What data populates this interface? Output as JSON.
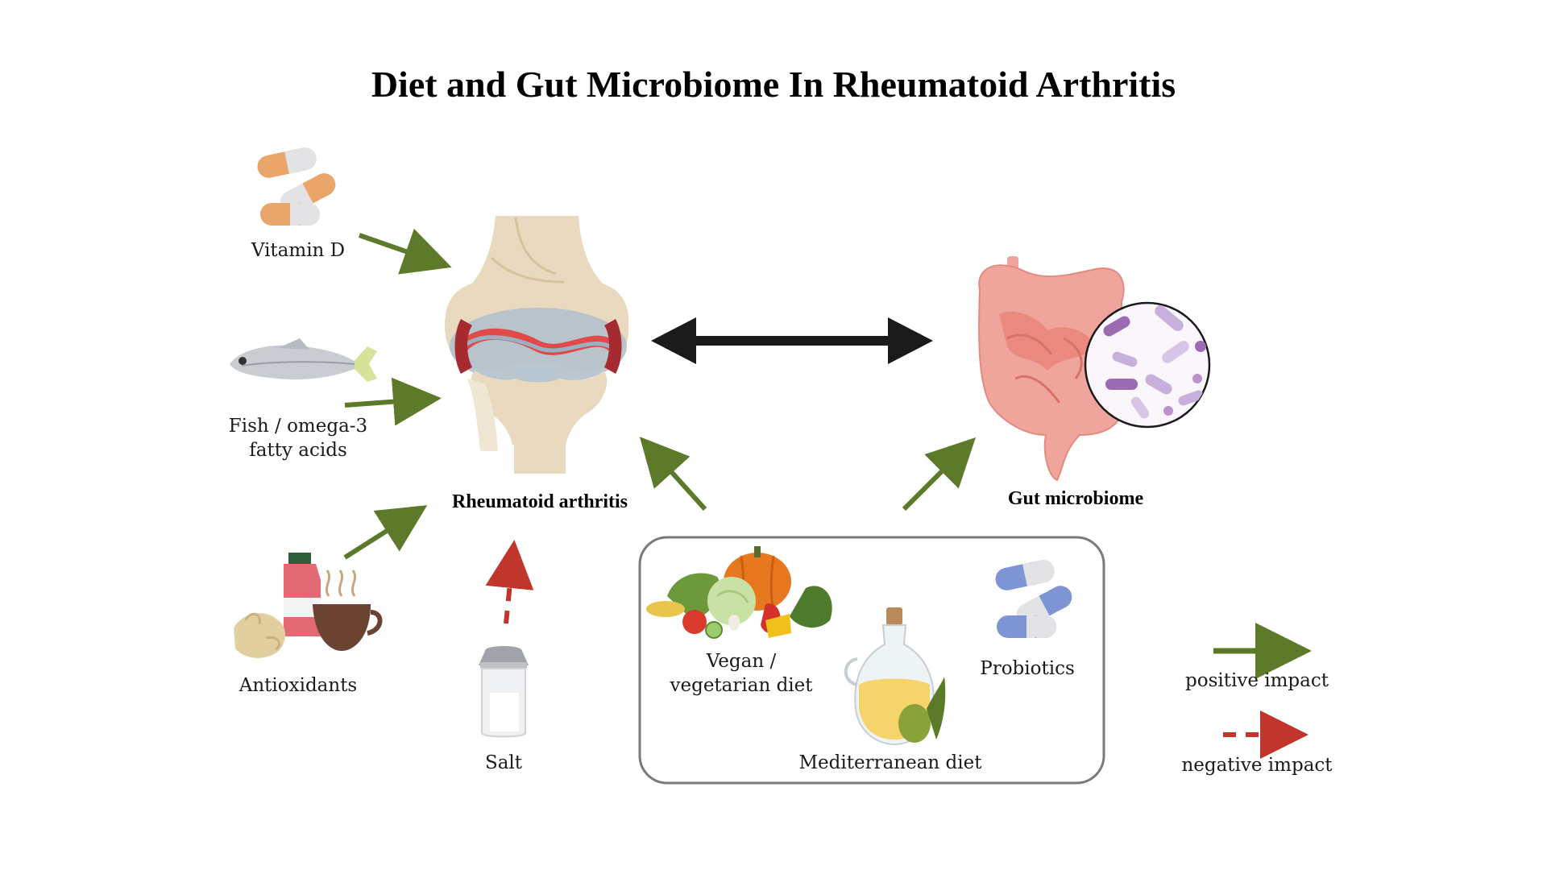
{
  "title": "Diet and Gut Microbiome In Rheumatoid Arthritis",
  "nodes": {
    "vitamin_d": "Vitamin D",
    "fish_line1": "Fish / omega-3",
    "fish_line2": "fatty acids",
    "antioxidants": "Antioxidants",
    "salt": "Salt",
    "rheumatoid_arthritis": "Rheumatoid arthritis",
    "gut_microbiome": "Gut microbiome",
    "vegan_line1": "Vegan /",
    "vegan_line2": "vegetarian diet",
    "probiotics": "Probiotics",
    "mediterranean": "Mediterranean diet"
  },
  "legend": {
    "positive": "positive impact",
    "negative": "negative impact"
  },
  "colors": {
    "positive_arrow": "#5c7a2a",
    "negative_arrow": "#c0362c",
    "bidirectional_arrow": "#1a1a1a",
    "box_border": "#7a7a7a"
  },
  "icons": [
    "capsules-icon",
    "fish-icon",
    "antioxidants-icon",
    "salt-shaker-icon",
    "knee-joint-icon",
    "intestine-icon",
    "bacteria-icon",
    "vegetables-icon",
    "olive-oil-icon",
    "probiotic-capsules-icon"
  ]
}
